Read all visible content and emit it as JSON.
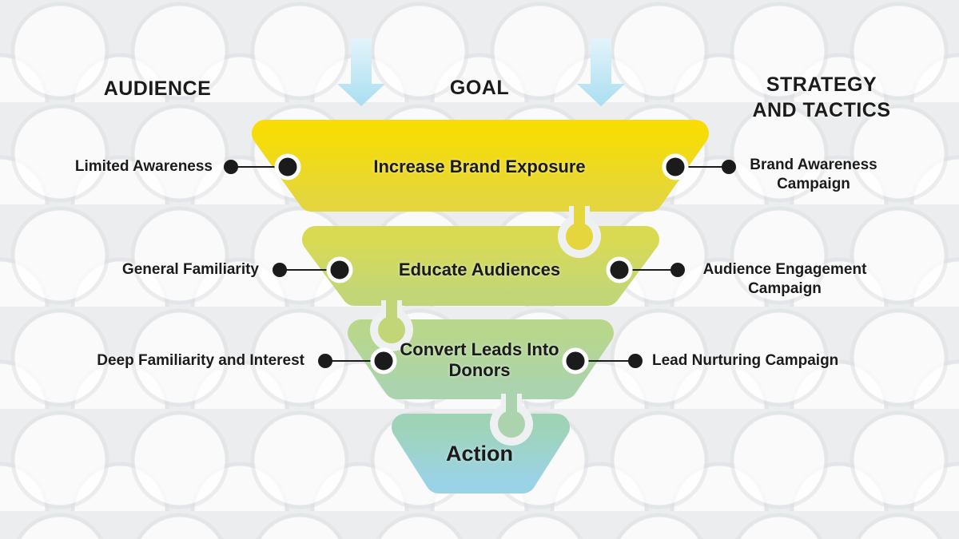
{
  "title_row": {
    "audience": "AUDIENCE",
    "goal": "GOAL",
    "strategy": "STRATEGY\nAND TACTICS"
  },
  "funnel": {
    "tiers": [
      {
        "goal": "Increase Brand Exposure",
        "audience": "Limited Awareness",
        "strategy": "Brand Awareness Campaign",
        "color_top": "#F7DD05",
        "color_bottom": "#E4D63C"
      },
      {
        "goal": "Educate Audiences",
        "audience": "General Familiarity",
        "strategy": "Audience Engagement Campaign",
        "color_top": "#D9DA52",
        "color_bottom": "#C3D677"
      },
      {
        "goal": "Convert Leads Into Donors",
        "audience": "Deep Familiarity and Interest",
        "strategy": "Lead Nurturing Campaign",
        "color_top": "#B8D78C",
        "color_bottom": "#ABD3AD"
      },
      {
        "goal": "Action",
        "color_top": "#9ED3B7",
        "color_bottom": "#9BD3E6"
      }
    ],
    "arrow_color_top": "#E3F4FA",
    "arrow_color_bottom": "#A9DEF0",
    "dot_color": "#1b1b1b",
    "connector_color": "#1b1b1b",
    "background_color": "#ECEDEE"
  }
}
